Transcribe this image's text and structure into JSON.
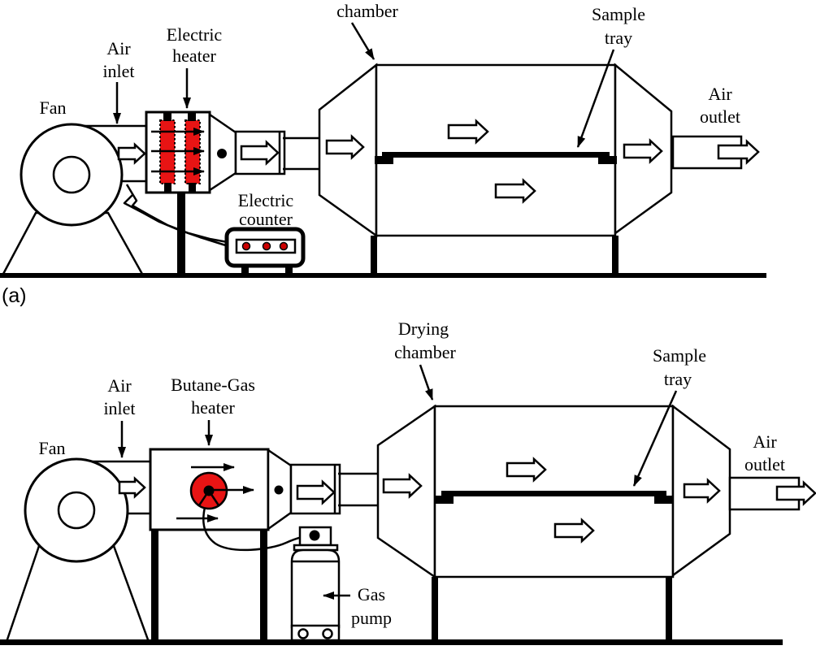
{
  "figure": {
    "panel_a_tag": "(a)",
    "colors": {
      "heater_red": "#e81414",
      "counter_dot_red": "#cc0000",
      "line": "#000000",
      "background": "#ffffff"
    }
  },
  "a": {
    "fan_label": "Fan",
    "air_inlet": [
      "Air",
      "inlet"
    ],
    "electric_heater": [
      "Electric",
      "heater"
    ],
    "electric_counter": [
      "Electric",
      "counter"
    ],
    "chamber_label": "chamber",
    "sample_tray": [
      "Sample",
      "tray"
    ],
    "air_outlet": [
      "Air",
      "outlet"
    ]
  },
  "b": {
    "fan_label": "Fan",
    "air_inlet": [
      "Air",
      "inlet"
    ],
    "butane_heater": [
      "Butane-Gas",
      "heater"
    ],
    "drying_chamber": [
      "Drying",
      "chamber"
    ],
    "sample_tray": [
      "Sample",
      "tray"
    ],
    "air_outlet": [
      "Air",
      "outlet"
    ],
    "gas_pump": [
      "Gas",
      "pump"
    ]
  }
}
